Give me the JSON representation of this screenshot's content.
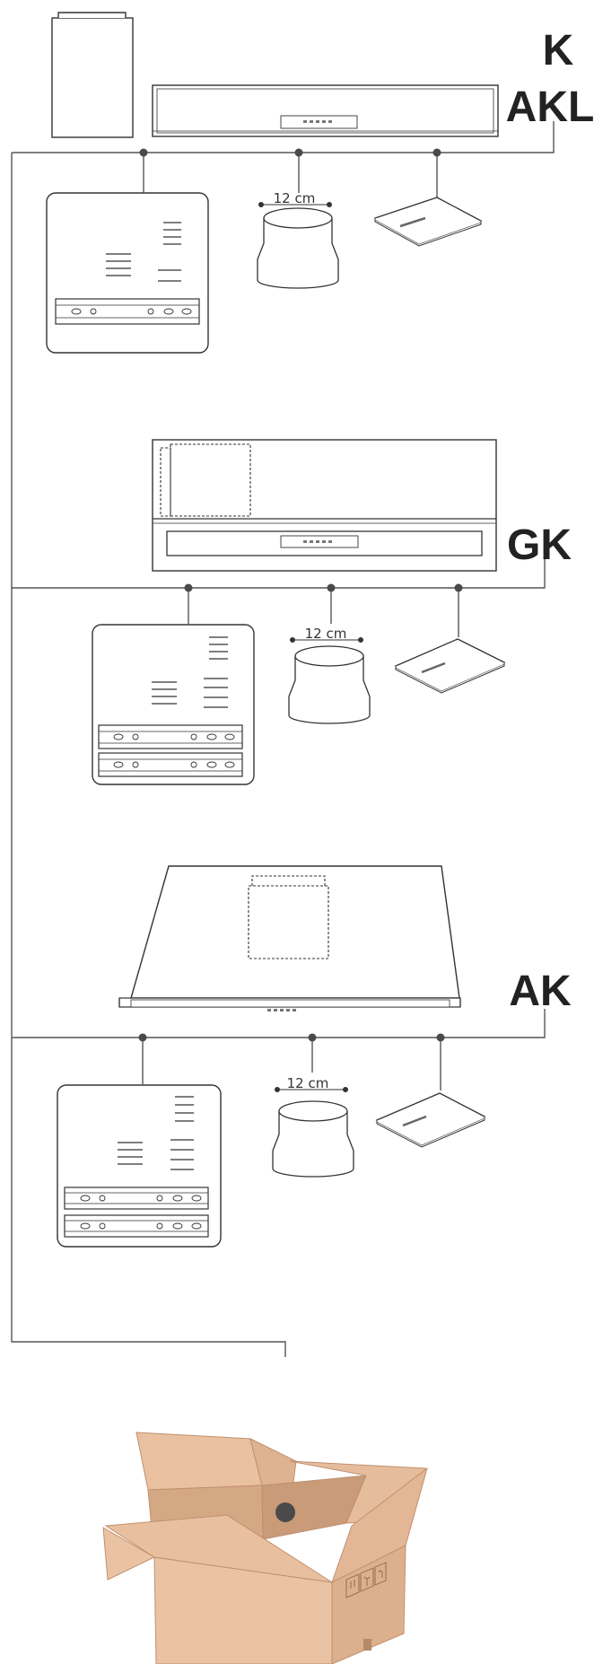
{
  "labels": {
    "k": "K",
    "akl": "AKL",
    "gk": "GK",
    "ak": "AK"
  },
  "dimensions": {
    "duct_diameter_k": "12 cm",
    "duct_diameter_gk": "12 cm",
    "duct_diameter_ak": "12 cm"
  },
  "colors": {
    "line": "#555555",
    "box_light": "#EAC3A4",
    "box_mid": "#DDB08D",
    "box_dark": "#C99B78",
    "dot": "#4A4A4A"
  }
}
